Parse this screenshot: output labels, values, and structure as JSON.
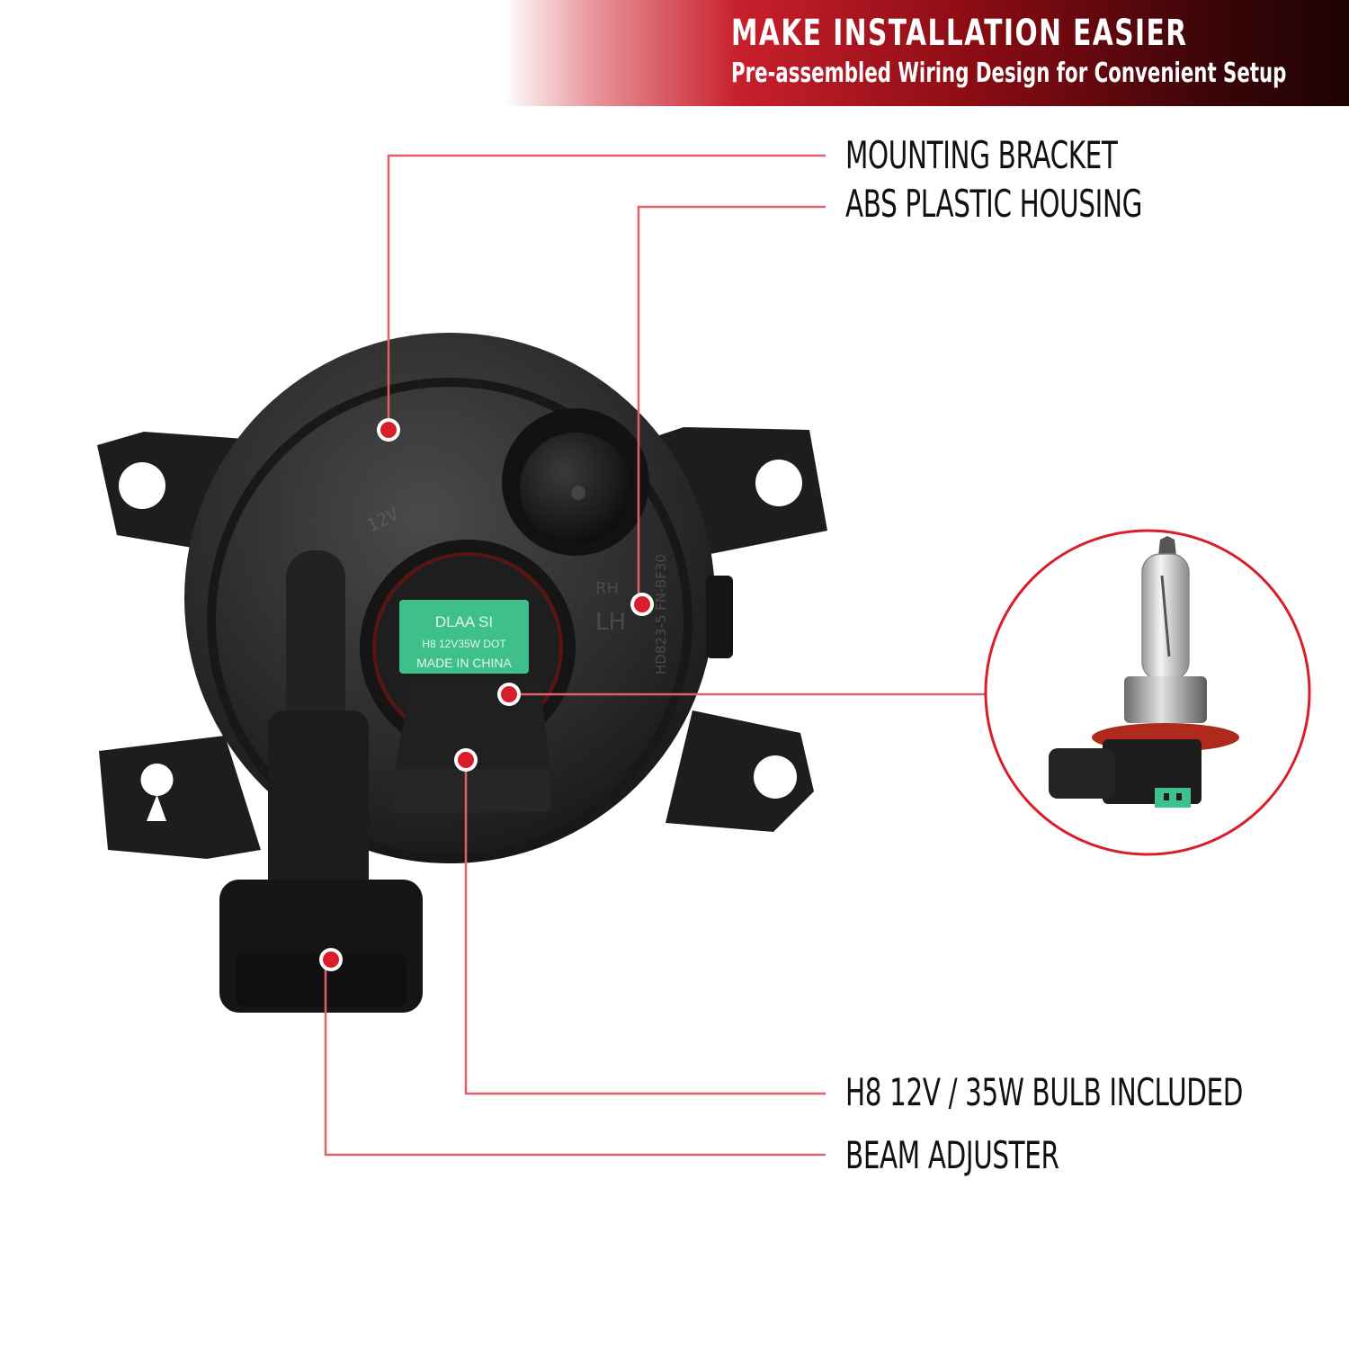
{
  "banner": {
    "title": "MAKE INSTALLATION EASIER",
    "subtitle": "Pre-assembled Wiring Design for Convenient Setup"
  },
  "callouts": {
    "mounting_bracket": "MOUNTING BRACKET",
    "housing": "ABS PLASTIC HOUSING",
    "bulb": "H8 12V / 35W BULB INCLUDED",
    "beam_adjuster": "BEAM ADJUSTER"
  },
  "product_markings": {
    "label_line1": "DLAA SI",
    "label_line2": "H8 12V35W DOT",
    "label_line3": "MADE IN CHINA",
    "housing_voltage": "12V",
    "side_mark_rh": "RH",
    "side_mark_lh": "LH",
    "side_code": "HD823-5 FN-BF30"
  },
  "colors": {
    "accent": "#d81e2a",
    "leader_line": "#e06068",
    "housing": "#222222",
    "bulb_label": "#3fc08a"
  }
}
